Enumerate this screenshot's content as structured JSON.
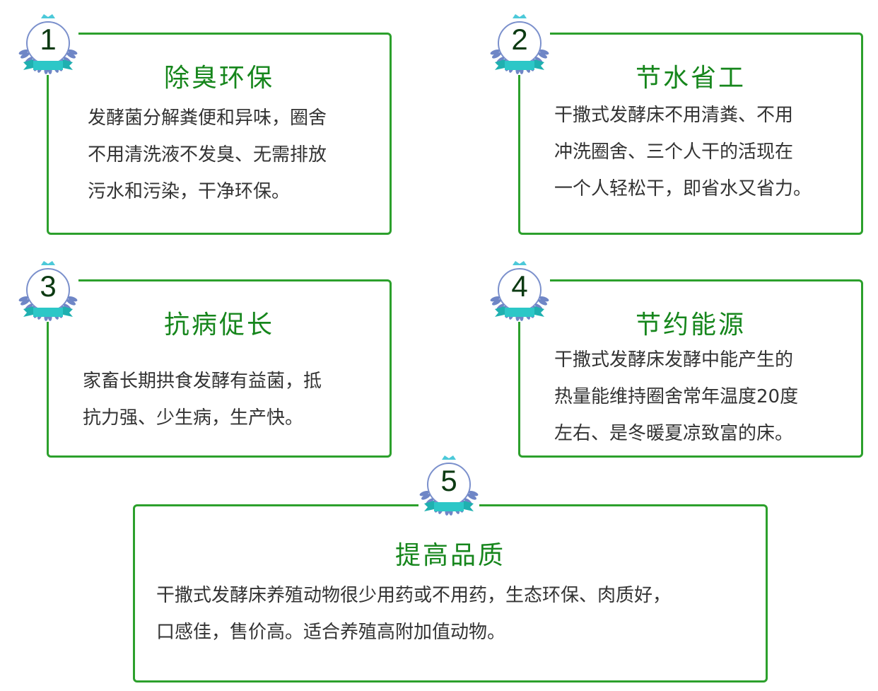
{
  "cards": [
    {
      "number": "1",
      "title": "除臭环保",
      "lines": [
        "发酵菌分解粪便和异味，圈舍",
        "不用清洗液不发臭、无需排放",
        "污水和污染，干净环保。"
      ]
    },
    {
      "number": "2",
      "title": "节水省工",
      "lines": [
        "干撒式发酵床不用清粪、不用",
        "冲洗圈舍、三个人干的活现在",
        "一个人轻松干，即省水又省力。"
      ]
    },
    {
      "number": "3",
      "title": "抗病促长",
      "lines": [
        "家畜长期拱食发酵有益菌，抵",
        "抗力强、少生病，生产快。"
      ]
    },
    {
      "number": "4",
      "title": "节约能源",
      "lines": [
        "干撒式发酵床发酵中能产生的",
        "热量能维持圈舍常年温度20度",
        "左右、是冬暖夏凉致富的床。"
      ]
    },
    {
      "number": "5",
      "title": "提高品质",
      "lines": [
        "干撒式发酵床养殖动物很少用药或不用药，生态环保、肉质好，",
        "口感佳，售价高。适合养殖高附加值动物。"
      ]
    }
  ],
  "colors": {
    "border": "#2ca02c",
    "title": "#16861c",
    "ribbon": "#2cc7c7",
    "laurel": "#6f86c6"
  }
}
